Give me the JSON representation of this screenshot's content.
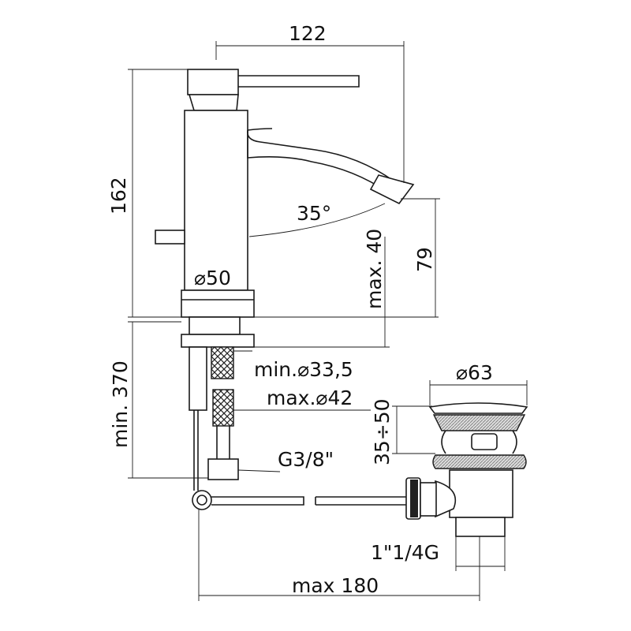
{
  "labels": {
    "width_total": "122",
    "height_total": "162",
    "spout_angle": "35°",
    "max_clearance": "max. 40",
    "spout_height": "79",
    "base_diameter": "⌀50",
    "min_pipe_length": "min. 370",
    "min_hole": "min.⌀33,5",
    "max_hole": "max.⌀42",
    "waste_diameter": "⌀63",
    "basin_thickness": "35÷50",
    "hose_thread": "G3/8\"",
    "waste_thread": "1\"1/4G",
    "max_rod": "max 180"
  }
}
